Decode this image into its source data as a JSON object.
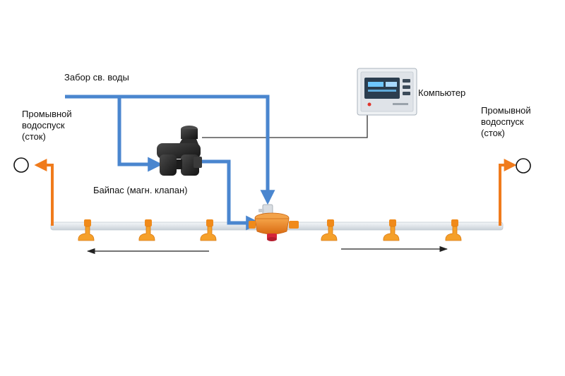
{
  "labels": {
    "water_intake": "Забор св. воды",
    "computer": "Компьютер",
    "bypass": "Байпас (магн. клапан)",
    "flush_left": [
      "Промывной",
      "водоспуск",
      "(сток)"
    ],
    "flush_right": [
      "Промывной",
      "водоспуск",
      "(сток)"
    ]
  },
  "colors": {
    "water_line": "#4a86cf",
    "drain_line": "#f07b1c",
    "pipe": "#e6eaee",
    "cup": "#f59b1f",
    "regulator": "#e97f1f",
    "valve": "#2a2a2a",
    "cable": "#333333",
    "controller_frame": "#d7dbe0",
    "controller_screen": "#2b3d4f"
  },
  "icons": [
    "solenoid-valve-icon",
    "pressure-regulator-icon",
    "controller-icon",
    "drain-outlet-icon",
    "drinker-cup-icon"
  ]
}
